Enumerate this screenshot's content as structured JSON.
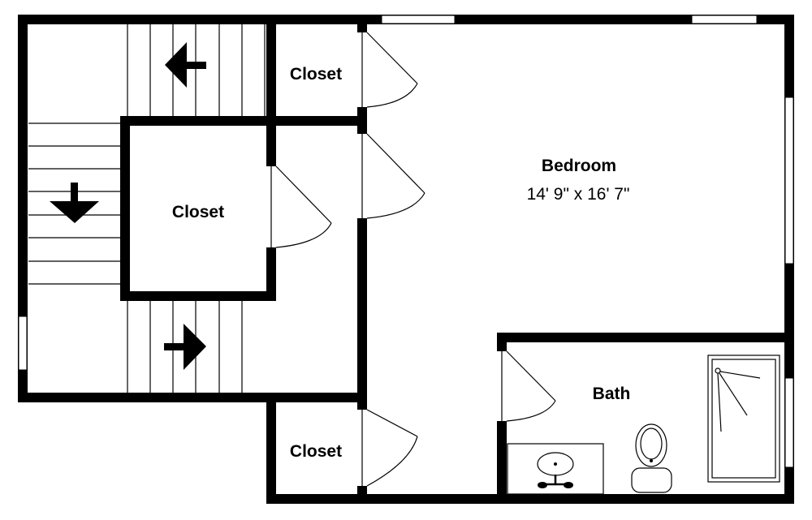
{
  "rooms": {
    "closet_top": {
      "name": "Closet"
    },
    "closet_mid": {
      "name": "Closet"
    },
    "closet_bottom": {
      "name": "Closet"
    },
    "bedroom": {
      "name": "Bedroom",
      "dimensions": "14' 9\" x 16' 7\""
    },
    "bath": {
      "name": "Bath"
    }
  },
  "colors": {
    "wall": "#000000",
    "background": "#ffffff"
  },
  "icons": [
    "stair-arrow-left-icon",
    "stair-arrow-down-icon",
    "stair-arrow-right-icon",
    "toilet-icon",
    "sink-icon",
    "shower-icon"
  ]
}
